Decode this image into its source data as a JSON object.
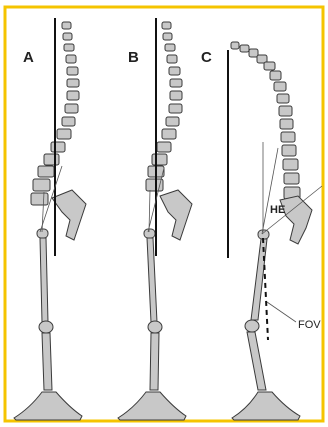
{
  "panels": [
    {
      "label": "A"
    },
    {
      "label": "B"
    },
    {
      "label": "C"
    }
  ],
  "annotations": {
    "he_label": "HE",
    "fov_label": "FOV"
  },
  "colors": {
    "frame_border": "#F5C400",
    "bone_fill": "#C8C8C8",
    "bone_stroke": "#3A3A3A",
    "plumb_line": "#111111",
    "guide_line": "#555555"
  }
}
